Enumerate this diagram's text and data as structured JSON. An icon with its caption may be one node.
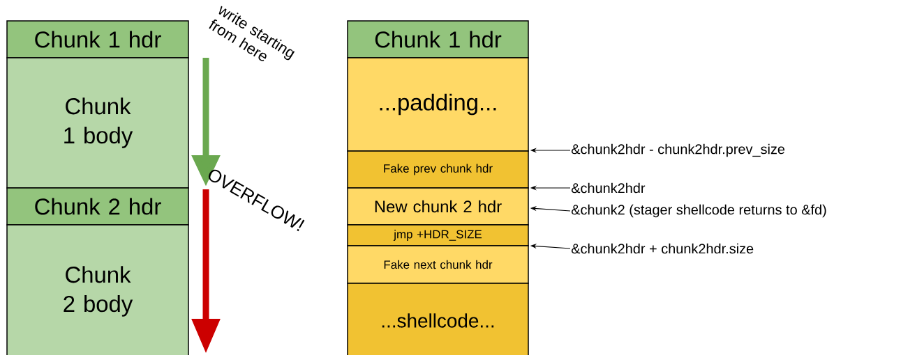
{
  "diagram": {
    "nodes": [
      {
        "text": [
          "Chunk 1 hdr"
        ]
      },
      {
        "text": [
          "Chunk 1 body"
        ]
      },
      {
        "text": [
          "Chunk 2 hdr"
        ]
      },
      {
        "text": [
          "Chunk 2 body"
        ]
      },
      {
        "text": [
          "Chunk 1 hdr"
        ]
      },
      {
        "text": [
          "...padding..."
        ]
      },
      {
        "text": [
          "Fake prev chunk hdr"
        ]
      },
      {
        "text": [
          "New chunk 2 hdr"
        ]
      },
      {
        "text": [
          "jmp +HDR_SIZE"
        ]
      },
      {
        "text": [
          "Fake next chunk hdr"
        ]
      },
      {
        "text": [
          "...shellcode..."
        ]
      },
      {
        "text": [
          "&chunk2hdr - chunk2hdr.prev_size"
        ]
      },
      {
        "text": [
          "&chunk2hdr"
        ]
      },
      {
        "text": [
          "&chunk2 (stager shellcode returns to &fd)"
        ]
      },
      {
        "text": [
          "&chunk2hdr + chunk2hdr.size"
        ]
      }
    ],
    "edges": [
      {
        "from": 11,
        "to": 6,
        "arrow": "to"
      },
      {
        "from": 12,
        "to": 6,
        "arrow": "to"
      },
      {
        "from": 13,
        "to": 7,
        "arrow": "to"
      },
      {
        "from": 14,
        "to": 8,
        "arrow": "to"
      }
    ],
    "labels": [
      "write starting from here",
      "OVERFLOW!"
    ]
  }
}
